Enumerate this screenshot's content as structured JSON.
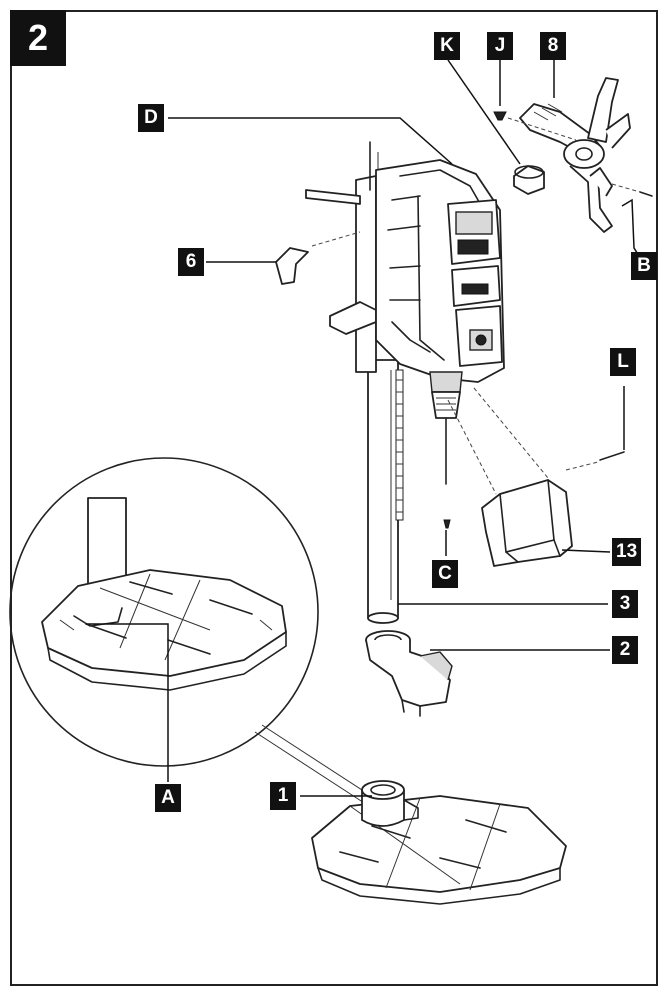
{
  "figure_number": "2",
  "labels": {
    "K": "K",
    "J": "J",
    "eight": "8",
    "D": "D",
    "six": "6",
    "B": "B",
    "L": "L",
    "C": "C",
    "thirteen": "13",
    "three": "3",
    "two": "2",
    "A": "A",
    "one": "1"
  }
}
